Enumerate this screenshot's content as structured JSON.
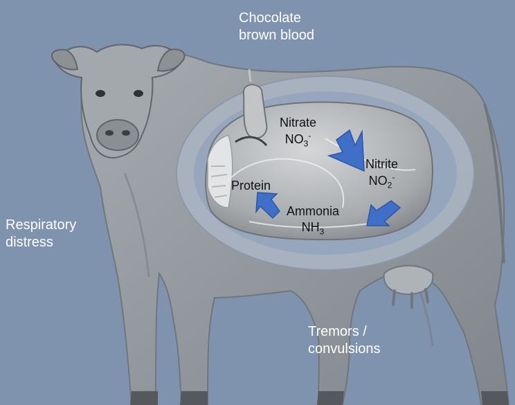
{
  "labels": {
    "chocolate_line1": "Chocolate",
    "chocolate_line2": "brown blood",
    "respiratory_line1": "Respiratory",
    "respiratory_line2": "distress",
    "tremors_line1": "Tremors /",
    "tremors_line2": "convulsions"
  },
  "rumen": {
    "nitrate_name": "Nitrate",
    "nitrate_formula_base": "NO",
    "nitrate_sub": "3",
    "nitrate_sup": "-",
    "nitrite_name": "Nitrite",
    "nitrite_formula_base": "NO",
    "nitrite_sub": "2",
    "nitrite_sup": "-",
    "ammonia_name": "Ammonia",
    "ammonia_formula_base": "NH",
    "ammonia_sub": "3",
    "protein_name": "Protein"
  },
  "colors": {
    "background": "#7f93ae",
    "cow_body": "#9aa0a6",
    "cow_shadow": "#6f767d",
    "ellipse_ring": "#a9b3c1",
    "rumen": "#b9bbbd",
    "arrow_blue": "#3f6fc7"
  },
  "icons": [
    "cow-illustration",
    "rumen-illustration",
    "conversion-arrow"
  ]
}
